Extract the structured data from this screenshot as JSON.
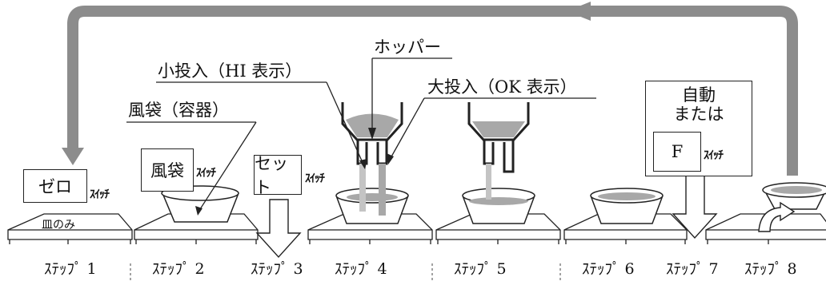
{
  "callouts": {
    "hopper": "ホッパー",
    "small_feed": "小投入（HI 表示）",
    "large_feed": "大投入（OK 表示）",
    "bag_container": "風袋（容器）"
  },
  "buttons": {
    "zero": "ゼロ",
    "tare": "風袋",
    "set": "セット",
    "f": "F",
    "switch_label": "ｽｲｯﾁ"
  },
  "auto_box": {
    "line1": "自動",
    "line2": "または"
  },
  "pan_only": "皿のみ",
  "steps": [
    "ｽﾃｯﾌﾟ 1",
    "ｽﾃｯﾌﾟ 2",
    "ｽﾃｯﾌﾟ 3",
    "ｽﾃｯﾌﾟ 4",
    "ｽﾃｯﾌﾟ 5",
    "ｽﾃｯﾌﾟ 6",
    "ｽﾃｯﾌﾟ 7",
    "ｽﾃｯﾌﾟ 8"
  ],
  "colors": {
    "line": "#222222",
    "arrow_gray": "#8c8c8c",
    "material": "#a8a8a8"
  }
}
